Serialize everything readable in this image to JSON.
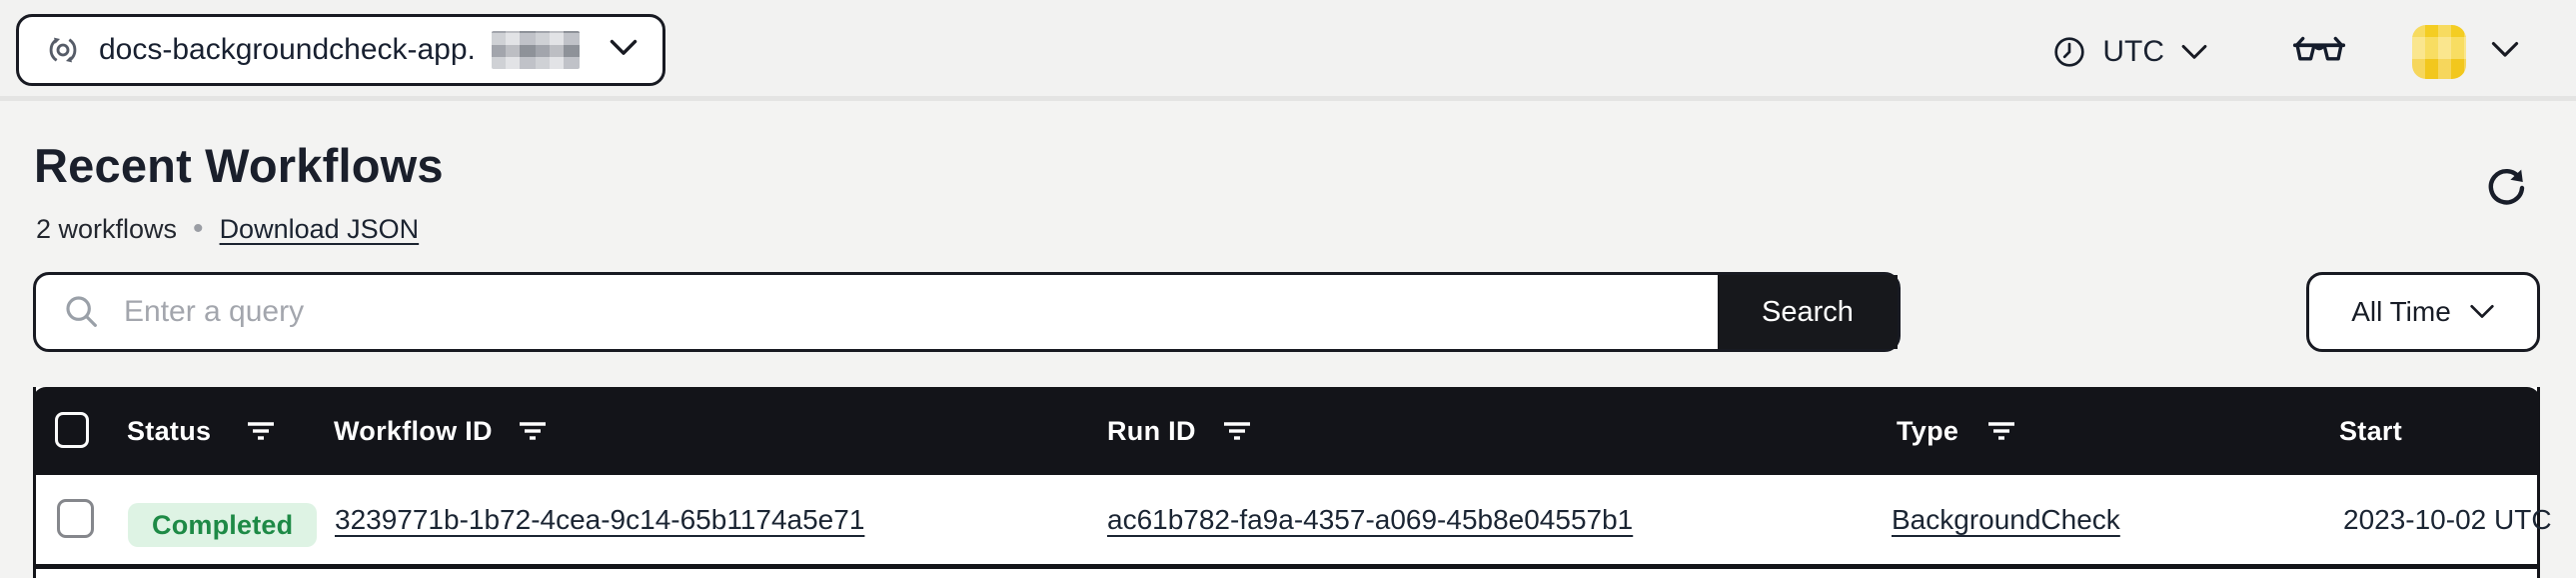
{
  "topbar": {
    "namespace_selector": {
      "label": "docs-backgroundcheck-app.",
      "suffix_redacted": true,
      "icon": "namespace-sync-icon"
    },
    "timezone_label": "UTC",
    "timezone_icon": "clock-icon",
    "labs_icon": "glasses-icon",
    "account_avatar_redacted": true
  },
  "header": {
    "title": "Recent Workflows",
    "count_label": "2 workflows",
    "bullet": "•",
    "download_label": "Download JSON",
    "refresh_icon": "refresh-icon"
  },
  "search": {
    "placeholder": "Enter a query",
    "value": "",
    "button_label": "Search",
    "search_icon": "magnifier-icon",
    "time_filter_label": "All Time"
  },
  "table": {
    "columns": [
      {
        "label": "Status",
        "filter": true
      },
      {
        "label": "Workflow ID",
        "filter": true
      },
      {
        "label": "Run ID",
        "filter": true
      },
      {
        "label": "Type",
        "filter": true
      },
      {
        "label": "Start",
        "filter": false
      }
    ],
    "rows": [
      {
        "status": "Completed",
        "workflow_id": "3239771b-1b72-4cea-9c14-65b1174a5e71",
        "run_id": "ac61b782-fa9a-4357-a069-45b8e04557b1",
        "type": "BackgroundCheck",
        "start": "2023-10-02 UTC"
      }
    ]
  },
  "colors": {
    "page_bg": "#f3f3f2",
    "accent_dark": "#16171d",
    "table_header_bg": "#131419",
    "badge_green_text": "#1e8a46",
    "badge_green_bg": "#def3e4",
    "avatar_yellow": "#f2c71d"
  }
}
